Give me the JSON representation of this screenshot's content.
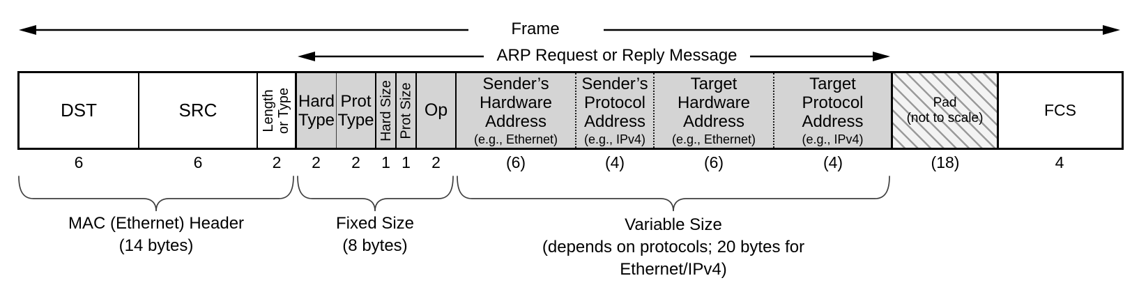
{
  "arrows": {
    "frame_label": "Frame",
    "arp_label": "ARP Request or Reply Message"
  },
  "fields": {
    "dst": {
      "label": "DST",
      "bytes": "6"
    },
    "src": {
      "label": "SRC",
      "bytes": "6"
    },
    "len_type": {
      "line1": "Length",
      "line2": "or Type",
      "bytes": "2"
    },
    "hard_type": {
      "line1": "Hard",
      "line2": "Type",
      "bytes": "2"
    },
    "prot_type": {
      "line1": "Prot",
      "line2": "Type",
      "bytes": "2"
    },
    "hard_size": {
      "label": "Hard Size",
      "bytes": "1"
    },
    "prot_size": {
      "label": "Prot Size",
      "bytes": "1"
    },
    "op": {
      "label": "Op",
      "bytes": "2"
    },
    "sender_hw": {
      "line1": "Sender’s",
      "line2": "Hardware",
      "line3": "Address",
      "example": "(e.g., Ethernet)",
      "bytes": "(6)"
    },
    "sender_prot": {
      "line1": "Sender’s",
      "line2": "Protocol",
      "line3": "Address",
      "example": "(e.g., IPv4)",
      "bytes": "(4)"
    },
    "target_hw": {
      "line1": "Target",
      "line2": "Hardware",
      "line3": "Address",
      "example": "(e.g., Ethernet)",
      "bytes": "(6)"
    },
    "target_prot": {
      "line1": "Target",
      "line2": "Protocol",
      "line3": "Address",
      "example": "(e.g., IPv4)",
      "bytes": "(4)"
    },
    "pad": {
      "line1": "Pad",
      "line2": "(not to scale)",
      "bytes": "(18)"
    },
    "fcs": {
      "label": "FCS",
      "bytes": "4"
    }
  },
  "braces": {
    "mac": {
      "line1": "MAC (Ethernet) Header",
      "line2": "(14 bytes)"
    },
    "fixed": {
      "line1": "Fixed Size",
      "line2": "(8 bytes)"
    },
    "variable": {
      "line1": "Variable Size",
      "line2": "(depends on protocols; 20 bytes for",
      "line3": "Ethernet/IPv4)"
    }
  },
  "colors": {
    "cell_gray": "#d4d4d4",
    "line_black": "#000000",
    "hatch_stripe": "#9a9a9a"
  }
}
